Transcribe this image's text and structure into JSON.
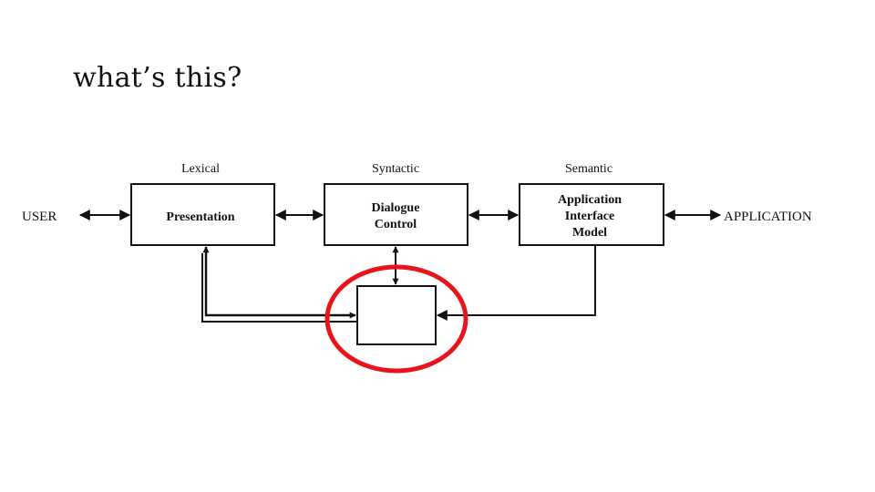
{
  "slide": {
    "title": "what’s this?"
  },
  "diagram": {
    "layer_labels": {
      "lexical": "Lexical",
      "syntactic": "Syntactic",
      "semantic": "Semantic"
    },
    "endpoints": {
      "user": "USER",
      "application": "APPLICATION"
    },
    "boxes": {
      "presentation": {
        "lines": [
          "Presentation"
        ]
      },
      "dialogue_control": {
        "lines": [
          "Dialogue",
          "Control"
        ]
      },
      "application_interface_model": {
        "lines": [
          "Application",
          "Interface",
          "Model"
        ]
      },
      "unknown_component": {
        "lines": []
      }
    },
    "highlight_color": "#e8141b"
  }
}
